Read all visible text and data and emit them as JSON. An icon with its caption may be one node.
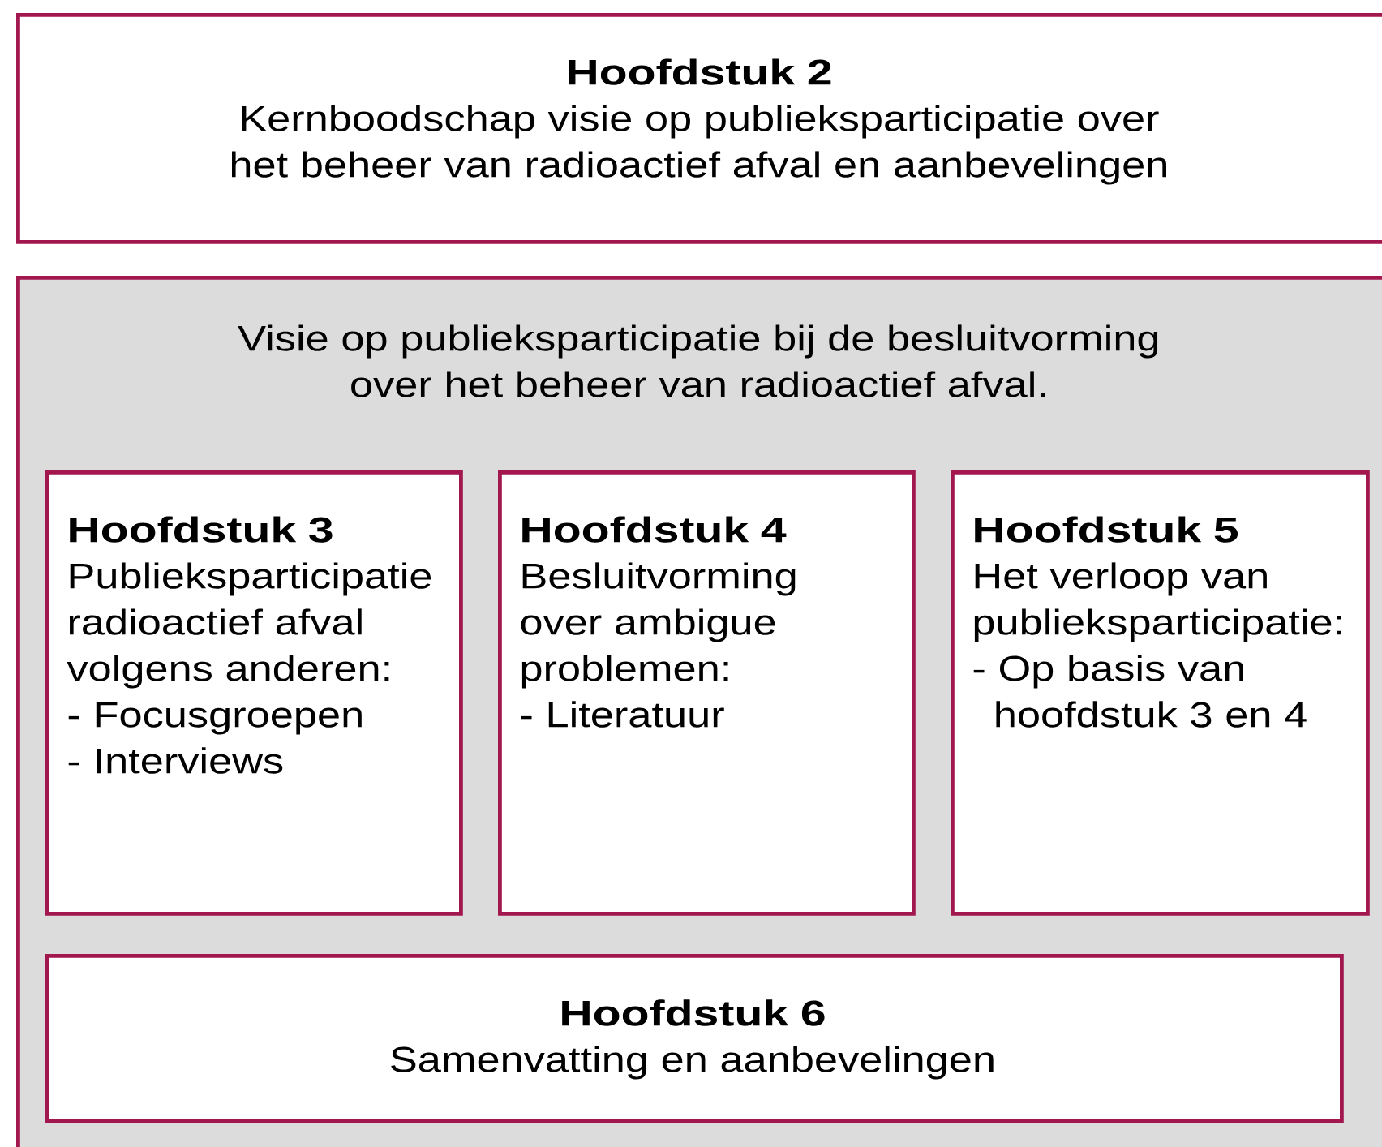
{
  "diagram": {
    "nodes": [
      {
        "text": [
          "Hoofdstuk 2",
          "Kernboodschap visie op publieksparticipatie over het beheer van radioactief afval en aanbevelingen"
        ]
      },
      {
        "text": [
          "Visie op publieksparticipatie bij de besluitvorming over het beheer van radioactief afval."
        ]
      },
      {
        "text": [
          "Hoofdstuk 3",
          "Publieksparticipatie radioactief afval volgens anderen:",
          "- Focusgroepen",
          "- Interviews"
        ],
        "in": 1
      },
      {
        "text": [
          "Hoofdstuk 4",
          "Besluitvorming over ambigue problemen:",
          "- Literatuur"
        ],
        "in": 1
      },
      {
        "text": [
          "Hoofdstuk 5",
          "Het verloop van publieksparticipatie:",
          "- Op basis van hoofdstuk 3 en 4"
        ],
        "in": 1
      },
      {
        "text": [
          "Hoofdstuk 6",
          "Samenvatting en aanbevelingen"
        ],
        "in": 1
      }
    ]
  }
}
